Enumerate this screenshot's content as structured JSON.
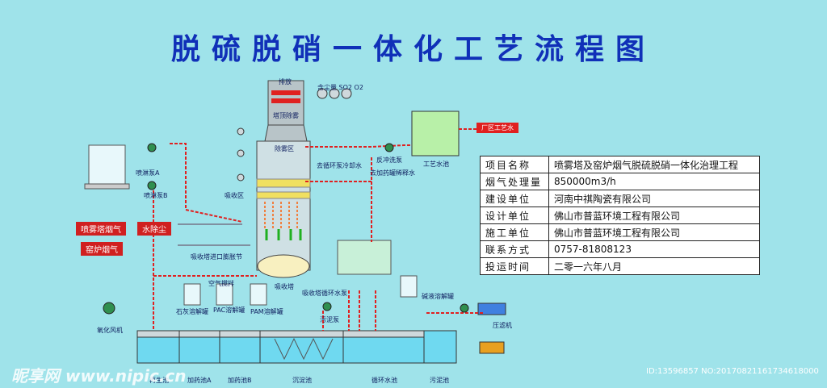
{
  "title": "脱硫脱硝一体化工艺流程图",
  "labels": {
    "exhaust": "排放",
    "dust_gas": "含尘量 SO2 O2",
    "top_demister": "塔顶除雾",
    "demist_zone": "除雾区",
    "absorb_zone": "吸收区",
    "to_cooling": "去循环泵冷却水",
    "backwash_pump": "反冲洗泵",
    "to_dosing": "去加药罐稀释水",
    "process_pool": "工艺水池",
    "factory_water": "厂区工艺水",
    "spray_pump_a": "喷淋泵A",
    "spray_pump_b": "喷淋泵B",
    "spray_tower_gas": "喷雾塔烟气",
    "water_dust": "水除尘",
    "kiln_gas": "窑炉烟气",
    "inlet_joint": "吸收塔进口膨胀节",
    "absorber": "吸收塔",
    "air_stir": "空气搅拌",
    "lime_tank": "石灰溶解罐",
    "pac_tank": "PAC溶解罐",
    "pam_tank": "PAM溶解罐",
    "circ_pump": "吸收塔循环水泵",
    "sludge_pump": "污泥泵",
    "alkali_tank": "碱液溶解罐",
    "filter_press": "压滤机",
    "oxidation_fan": "氧化风机",
    "pool_regen": "再生池",
    "pool_a": "加药池A",
    "pool_b": "加药池B",
    "pool_settle": "沉淀池",
    "pool_circ": "循环水池",
    "pool_sludge": "污泥池"
  },
  "info": [
    {
      "k": "项目名称",
      "v": "喷雾塔及窑炉烟气脱硫脱硝一体化治理工程"
    },
    {
      "k": "烟气处理量",
      "v": "850000m3/h"
    },
    {
      "k": "建设单位",
      "v": "河南中祺陶瓷有限公司"
    },
    {
      "k": "设计单位",
      "v": "佛山市普蓝环境工程有限公司"
    },
    {
      "k": "施工单位",
      "v": "佛山市普蓝环境工程有限公司"
    },
    {
      "k": "联系方式",
      "v": "0757-81808123"
    },
    {
      "k": "投运时间",
      "v": "二零一六年八月"
    }
  ],
  "watermark": "昵享网 www.nipic.cn",
  "watermark_id": "ID:13596857 NO:20170821161734618000",
  "colors": {
    "title": "#1030b8",
    "pipe_red": "#e02020",
    "water": "#3cc8e8"
  }
}
